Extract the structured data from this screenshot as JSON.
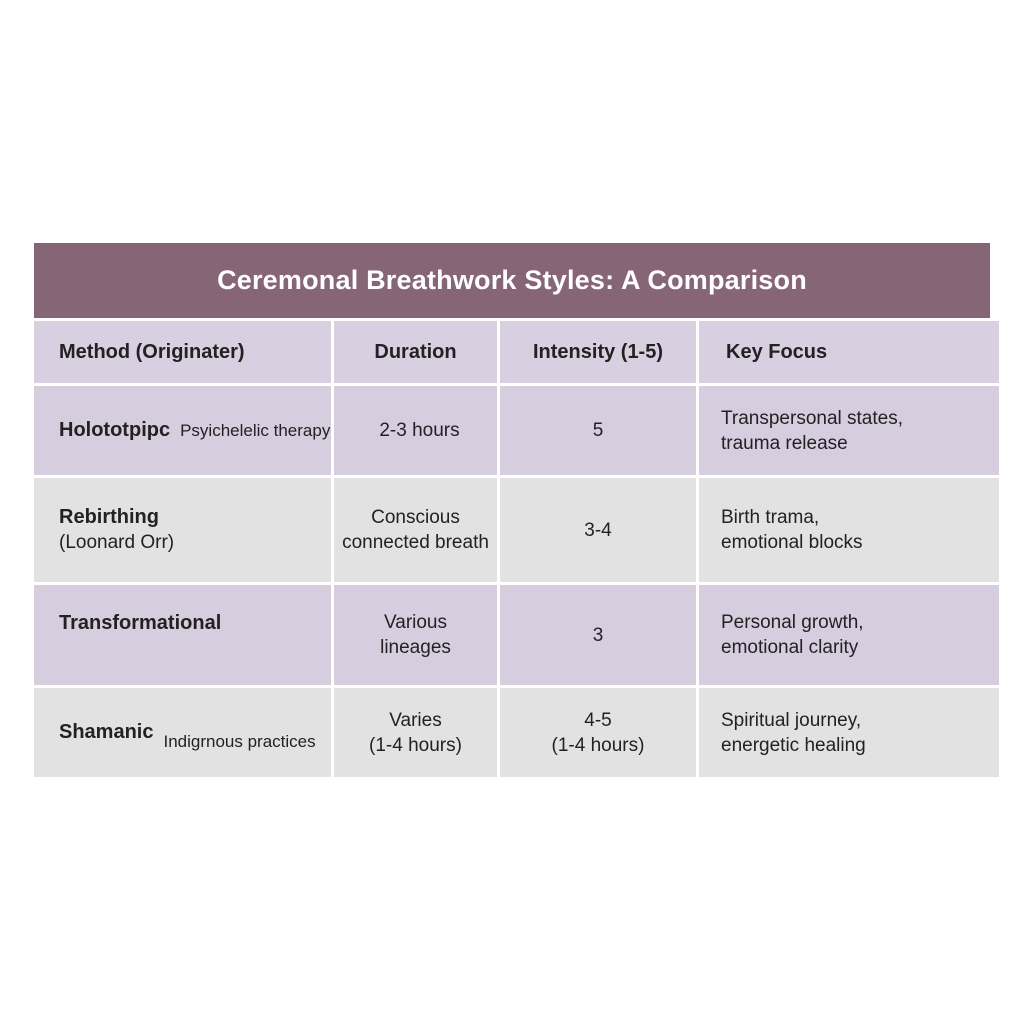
{
  "table": {
    "title": "Ceremonal Breathwork Styles: A Comparison",
    "headers": [
      "Method (Originater)",
      "Duration",
      "Intensity (1-5)",
      "Key Focus"
    ],
    "rows": [
      {
        "method": "Holototpipc",
        "origin": "Psyichelelic therapy",
        "duration": [
          "2-3 hours"
        ],
        "intensity": [
          "5"
        ],
        "focus": [
          "Transpersonal states,",
          "trauma release"
        ]
      },
      {
        "method": "Rebirthing",
        "origin": "(Loonard Orr)",
        "duration": [
          "Conscious",
          "connected breath"
        ],
        "intensity": [
          "3-4"
        ],
        "focus": [
          "Birth trama,",
          "emotional blocks"
        ]
      },
      {
        "method": "Transformational",
        "origin": "",
        "duration": [
          "Various",
          "lineages"
        ],
        "intensity": [
          "3"
        ],
        "focus": [
          "Personal growth,",
          "emotional clarity"
        ]
      },
      {
        "method": "Shamanic",
        "origin": "Indigrnous practices",
        "duration": [
          "Varies",
          "(1-4 hours)"
        ],
        "intensity": [
          "4-5",
          "(1-4 hours)"
        ],
        "focus": [
          "Spiritual journey,",
          "energetic healing"
        ]
      }
    ]
  }
}
